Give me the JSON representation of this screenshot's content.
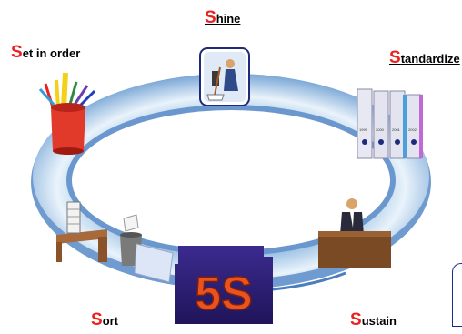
{
  "diagram": {
    "center_label": "5S",
    "steps": {
      "shine": {
        "initial": "S",
        "rest": "hine"
      },
      "set_in_order": {
        "initial": "S",
        "rest": "et in order"
      },
      "standardize": {
        "initial": "S",
        "rest": "tandardize"
      },
      "sort": {
        "initial": "S",
        "rest": "ort"
      },
      "sustain": {
        "initial": "S",
        "rest": "ustain"
      }
    },
    "binder_labels": [
      "1999",
      "2000",
      "2001",
      "2002"
    ]
  },
  "colors": {
    "accent_letter": "#e8231f",
    "ring_light": "#e9f3fb",
    "ring_mid": "#9fc3e4",
    "ring_dark": "#5e8fc4",
    "center_box": "#2f1f7a",
    "center_text": "#e8531f"
  }
}
